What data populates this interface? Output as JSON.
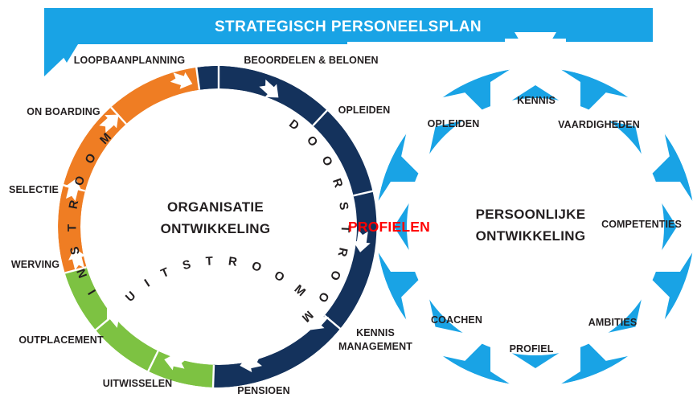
{
  "banner": {
    "title": "STRATEGISCH PERSONEELSPLAN",
    "color": "#19A3E5",
    "text_color": "#FFFFFF"
  },
  "colors": {
    "light_blue": "#19A3E5",
    "orange": "#EF7D23",
    "navy": "#14325C",
    "green": "#7DC242",
    "red": "#FF0000",
    "text_dark": "#231F20",
    "background": "#FFFFFF"
  },
  "left_circle": {
    "name": "organisatie-ontwikkeling-cycle",
    "center_label_line1": "ORGANISATIE",
    "center_label_line2": "ONTWIKKELING",
    "phases": [
      {
        "name": "instroom",
        "label": "I N S T R O O M",
        "color": "#EF7D23",
        "steps": [
          "ON BOARDING",
          "SELECTIE",
          "WERVING"
        ]
      },
      {
        "name": "uitstroom",
        "label": "U I T S T R O O M",
        "color": "#7DC242",
        "steps": [
          "OUTPLACEMENT",
          "UITWISSELEN",
          "PENSIOEN"
        ]
      },
      {
        "name": "doorstroom",
        "label": "D O O R S T R O O M",
        "color": "#14325C",
        "steps": [
          "KENNIS MANAGEMENT",
          "OPLEIDEN",
          "BEOORDELEN & BELONEN",
          "LOOPBAANPLANNING"
        ]
      }
    ],
    "outer_labels": [
      "LOOPBAANPLANNING",
      "ON BOARDING",
      "SELECTIE",
      "WERVING",
      "OUTPLACEMENT",
      "UITWISSELEN",
      "PENSIOEN",
      "KENNIS",
      "MANAGEMENT",
      "OPLEIDEN",
      "BEOORDELEN & BELONEN"
    ]
  },
  "connector": {
    "label": "PROFIELEN",
    "color": "#FF0000"
  },
  "right_circle": {
    "name": "persoonlijke-ontwikkeling-cycle",
    "center_label_line1": "PERSOONLIJKE",
    "center_label_line2": "ONTWIKKELING",
    "color": "#19A3E5",
    "segments": [
      "KENNIS",
      "VAARDIGHEDEN",
      "COMPETENTIES",
      "AMBITIES",
      "PROFIEL",
      "COACHEN",
      "OPLEIDEN"
    ]
  }
}
